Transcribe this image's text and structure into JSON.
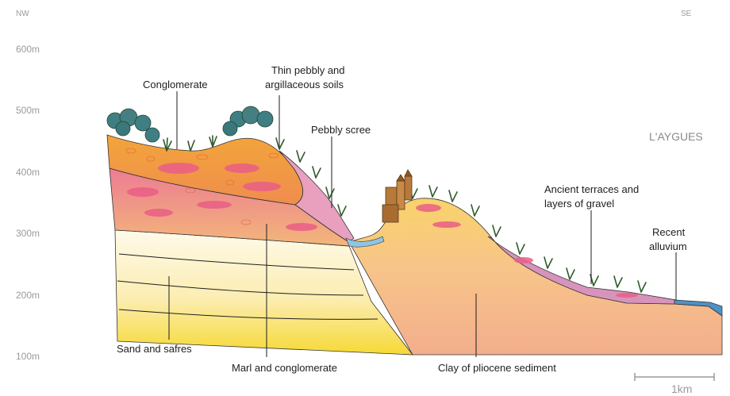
{
  "orientation": {
    "left": "NW",
    "right": "SE"
  },
  "elevation_axis": [
    "600m",
    "500m",
    "400m",
    "300m",
    "200m",
    "100m"
  ],
  "river": "L'AYGUES",
  "labels": {
    "conglomerate": "Conglomerate",
    "thin_soils_1": "Thin pebbly and",
    "thin_soils_2": "argillaceous soils",
    "pebbly_scree": "Pebbly scree",
    "ancient_terraces_1": "Ancient terraces and",
    "ancient_terraces_2": "layers of gravel",
    "recent_alluvium_1": "Recent",
    "recent_alluvium_2": "alluvium",
    "sand": "Sand and safres",
    "marl": "Marl and conglomerate",
    "clay": "Clay of pliocene sediment"
  },
  "scale_bar": "1km",
  "colors": {
    "conglomerate": "#f2a23a",
    "marl": "#e8708a",
    "sand_light": "#fdf1c8",
    "sand_yellow": "#f7df4e",
    "clay": "#f6bd85",
    "gravel": "#d792b6",
    "water": "#8ec5e3",
    "alluvium_dark": "#4d92c7",
    "tree": "#3f7f83",
    "vegetation": "#2f5a2b",
    "village": "#b77a3a"
  }
}
